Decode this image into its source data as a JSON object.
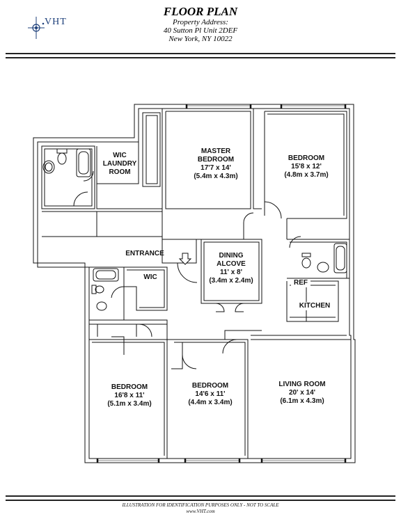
{
  "header": {
    "logo_text": "VHT",
    "title": "FLOOR PLAN",
    "address_label": "Property Address:",
    "address_line1": "40 Sutton Pl Unit 2DEF",
    "address_line2": "New York, NY 10022"
  },
  "rooms": {
    "wic_laundry": {
      "name1": "WIC",
      "name2": "LAUNDRY",
      "name3": "ROOM"
    },
    "master_bedroom": {
      "name1": "MASTER",
      "name2": "BEDROOM",
      "dim": "17'7 x 14'",
      "metric": "(5.4m x 4.3m)"
    },
    "bedroom_ne": {
      "name": "BEDROOM",
      "dim": "15'8 x 12'",
      "metric": "(4.8m x 3.7m)"
    },
    "entrance": {
      "name": "ENTRANCE"
    },
    "dining_alcove": {
      "name1": "DINING",
      "name2": "ALCOVE",
      "dim": "11' x 8'",
      "metric": "(3.4m x 2.4m)"
    },
    "wic": {
      "name": "WIC"
    },
    "ref": {
      "name": "REF"
    },
    "kitchen": {
      "name": "KITCHEN"
    },
    "bedroom_sw": {
      "name": "BEDROOM",
      "dim": "16'8 x 11'",
      "metric": "(5.1m x 3.4m)"
    },
    "bedroom_s": {
      "name": "BEDROOM",
      "dim": "14'6 x 11'",
      "metric": "(4.4m x 3.4m)"
    },
    "living_room": {
      "name": "LIVING ROOM",
      "dim": "20' x 14'",
      "metric": "(6.1m x 4.3m)"
    }
  },
  "footer": {
    "disclaimer": "ILLUSTRATION FOR IDENTIFICATION PURPOSES ONLY - NOT TO SCALE",
    "website": "www.VHT.com"
  }
}
